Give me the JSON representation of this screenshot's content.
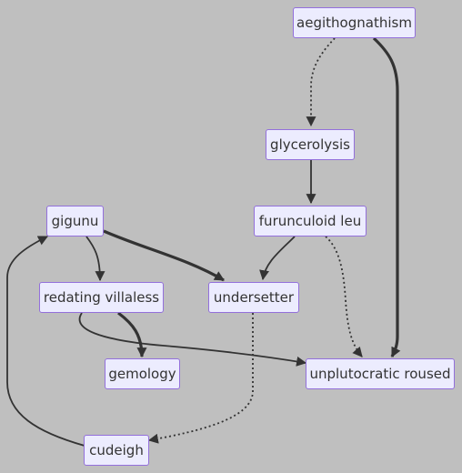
{
  "diagram": {
    "nodes": {
      "aegithognathism": "aegithognathism",
      "glycerolysis": "glycerolysis",
      "furunculoid_leu": "furunculoid leu",
      "gigunu": "gigunu",
      "redating_villaless": "redating villaless",
      "undersetter": "undersetter",
      "gemology": "gemology",
      "unplutocratic_roused": "unplutocratic roused",
      "cudeigh": "cudeigh"
    },
    "edges": [
      {
        "from": "aegithognathism",
        "to": "glycerolysis",
        "style": "dotted"
      },
      {
        "from": "aegithognathism",
        "to": "unplutocratic roused",
        "style": "thick"
      },
      {
        "from": "glycerolysis",
        "to": "furunculoid leu",
        "style": "normal"
      },
      {
        "from": "furunculoid leu",
        "to": "undersetter",
        "style": "normal"
      },
      {
        "from": "furunculoid leu",
        "to": "unplutocratic roused",
        "style": "dotted"
      },
      {
        "from": "gigunu",
        "to": "redating villaless",
        "style": "normal"
      },
      {
        "from": "gigunu",
        "to": "undersetter",
        "style": "thick"
      },
      {
        "from": "redating villaless",
        "to": "gemology",
        "style": "thick"
      },
      {
        "from": "redating villaless",
        "to": "unplutocratic roused",
        "style": "normal"
      },
      {
        "from": "undersetter",
        "to": "cudeigh",
        "style": "dotted"
      },
      {
        "from": "cudeigh",
        "to": "gigunu",
        "style": "normal"
      }
    ]
  }
}
